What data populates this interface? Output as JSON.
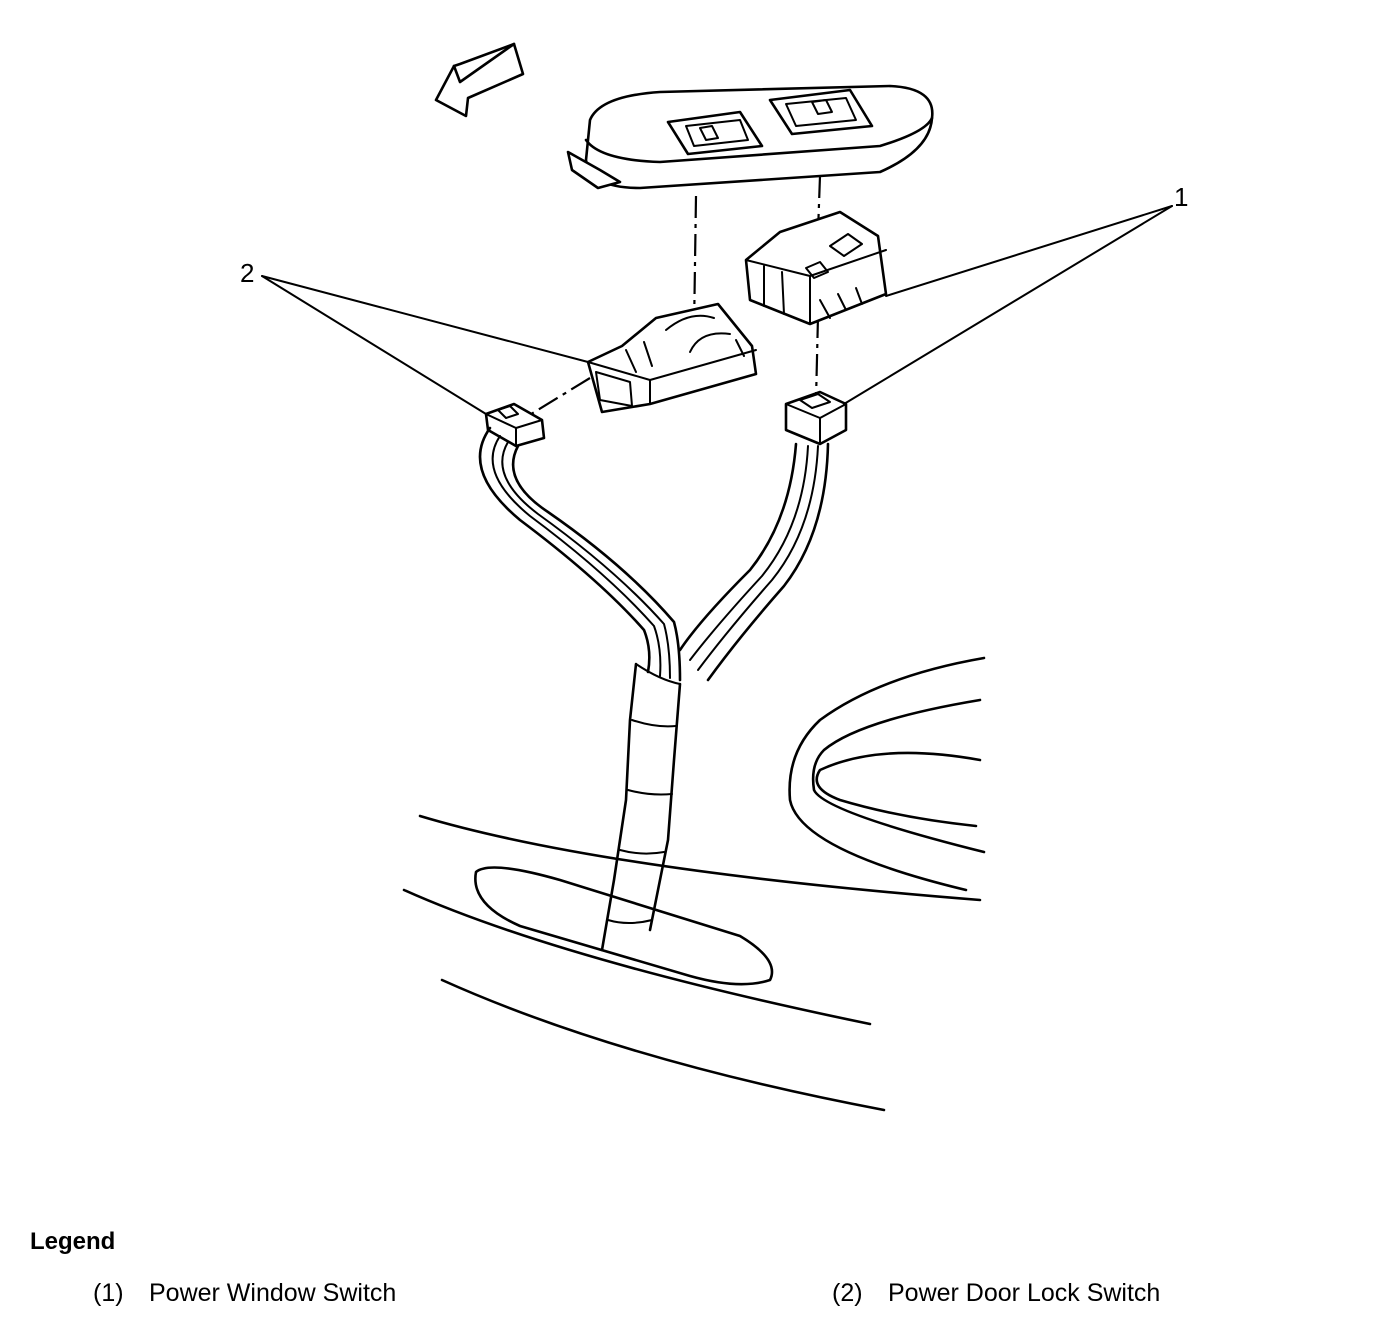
{
  "diagram": {
    "callouts": [
      {
        "id": "1",
        "label": "1"
      },
      {
        "id": "2",
        "label": "2"
      }
    ]
  },
  "legend": {
    "title": "Legend",
    "items": [
      {
        "number": "(1)",
        "label": "Power Window Switch"
      },
      {
        "number": "(2)",
        "label": "Power Door Lock Switch"
      }
    ]
  }
}
